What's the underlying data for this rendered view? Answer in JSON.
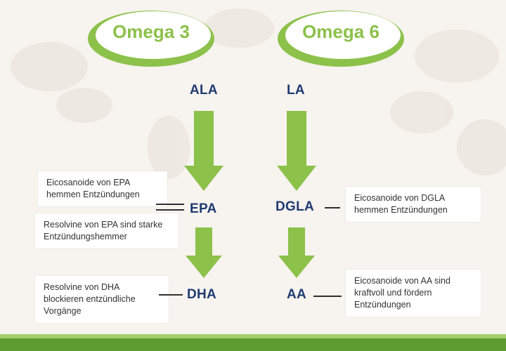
{
  "colors": {
    "accent_green": "#8cc14a",
    "arrow_green": "#8cc14a",
    "node_blue": "#1f3b73",
    "footer_green": "#5f9c2f"
  },
  "omega3": {
    "title": "Omega 3",
    "nodes": [
      "ALA",
      "EPA",
      "DHA"
    ],
    "notes": {
      "epa_eicosanoids": "Eicosanoide von EPA hemmen Entzündungen",
      "epa_resolvins": "Resolvine von EPA sind starke Entzündungshemmer",
      "dha_resolvins": "Resolvine von DHA blockieren entzündliche Vorgänge"
    }
  },
  "omega6": {
    "title": "Omega 6",
    "nodes": [
      "LA",
      "DGLA",
      "AA"
    ],
    "notes": {
      "dgla_eicosanoids": "Eicosanoide von DGLA hemmen Entzündungen",
      "aa_eicosanoids": "Eicosanoide von AA sind kraftvoll und fördern Entzündungen"
    }
  }
}
